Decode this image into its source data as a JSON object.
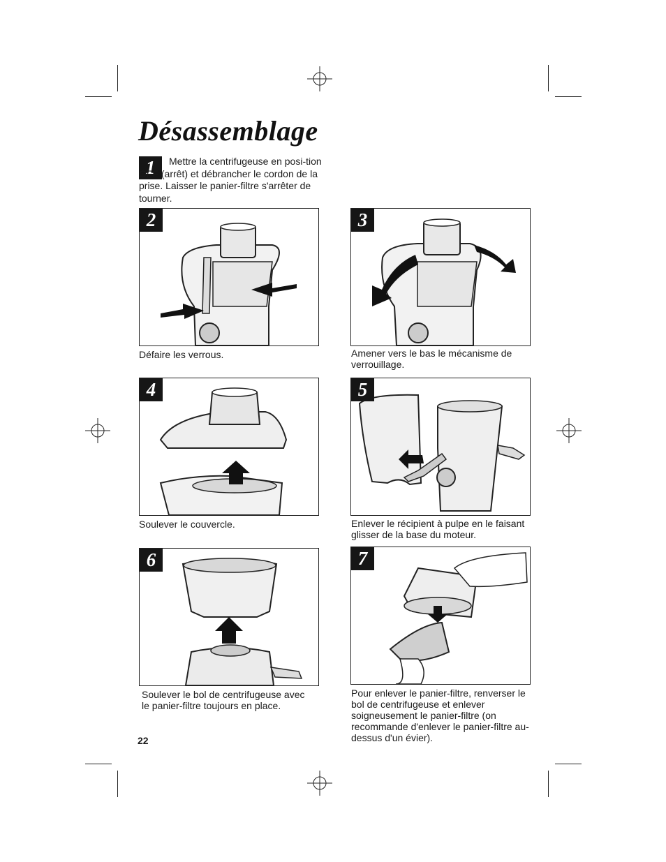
{
  "page": {
    "title": "Désassemblage",
    "page_number": "22"
  },
  "step1": {
    "number": "1",
    "text": "Mettre la centrifugeuse en posi-tion OFF (arrêt) et débrancher le cordon de la prise. Laisser le panier-filtre s'arrêter de tourner."
  },
  "steps": [
    {
      "number": "2",
      "caption": "Défaire les verrous."
    },
    {
      "number": "3",
      "caption": "Amener vers le bas le mécanisme de verrouillage."
    },
    {
      "number": "4",
      "caption": "Soulever le couvercle."
    },
    {
      "number": "5",
      "caption": "Enlever le récipient à pulpe en le faisant glisser de la base du moteur."
    },
    {
      "number": "6",
      "caption": "Soulever le bol de centrifugeuse avec le panier-filtre toujours en place."
    },
    {
      "number": "7",
      "caption": "Pour enlever le panier-filtre, renverser le bol de centrifugeuse et enlever soigneusement le panier-filtre (on recommande d'enlever le panier-filtre au-dessus d'un évier)."
    }
  ]
}
